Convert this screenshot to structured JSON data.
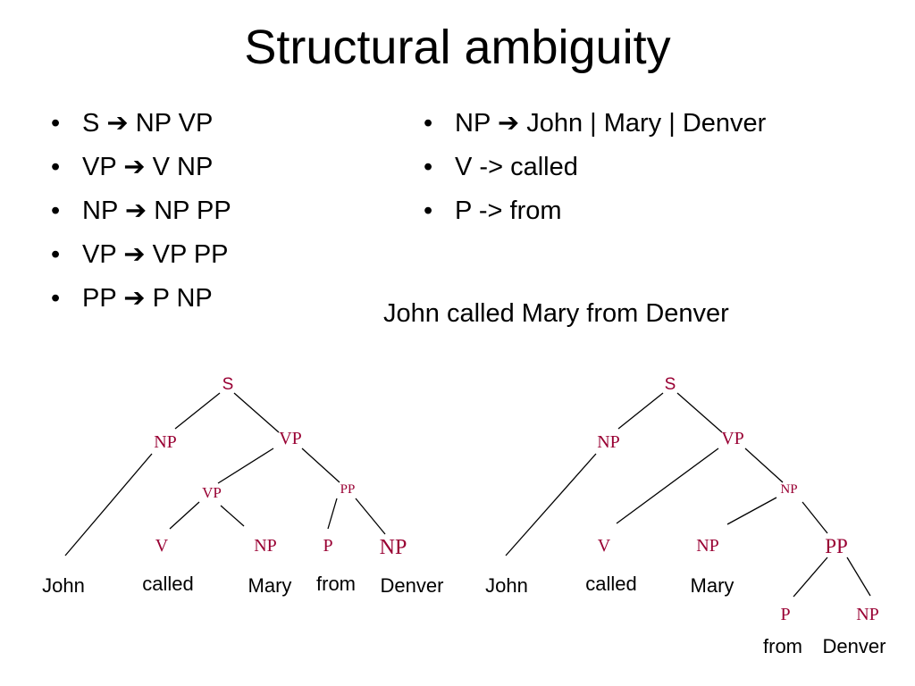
{
  "slide": {
    "title": "Structural ambiguity",
    "bullet_char": "•",
    "rules_left": [
      {
        "lhs": "S",
        "rhs": "NP VP"
      },
      {
        "lhs": "VP",
        "rhs": "V NP"
      },
      {
        "lhs": "NP",
        "rhs": "NP PP"
      },
      {
        "lhs": "VP",
        "rhs": "VP PP"
      },
      {
        "lhs": "PP",
        "rhs": "P NP"
      }
    ],
    "rules_right": [
      {
        "lhs": "NP",
        "rhs": "John | Mary | Denver"
      },
      {
        "lhs": "V",
        "rhs": "called"
      },
      {
        "lhs": "P",
        "rhs": "from"
      }
    ],
    "sentence": "John called Mary from Denver"
  },
  "colors": {
    "node_label": "#990033",
    "text": "#000000",
    "edge": "#000000"
  },
  "icons": {
    "arrow": "arrow-right-icon"
  },
  "tree_left": {
    "nodes": {
      "s": "S",
      "np_subj": "NP",
      "vp_top": "VP",
      "vp_low": "VP",
      "pp": "PP",
      "v": "V",
      "np_obj": "NP",
      "p": "P",
      "np_pobj": "NP"
    },
    "words": {
      "john": "John",
      "called": "called",
      "mary": "Mary",
      "from": "from",
      "denver": "Denver"
    }
  },
  "tree_right": {
    "nodes": {
      "s": "S",
      "np_subj": "NP",
      "vp": "VP",
      "np_obj": "NP",
      "v": "V",
      "np_mary": "NP",
      "pp": "PP",
      "p": "P",
      "np_pobj": "NP"
    },
    "words": {
      "john": "John",
      "called": "called",
      "mary": "Mary",
      "from": "from",
      "denver": "Denver"
    }
  }
}
